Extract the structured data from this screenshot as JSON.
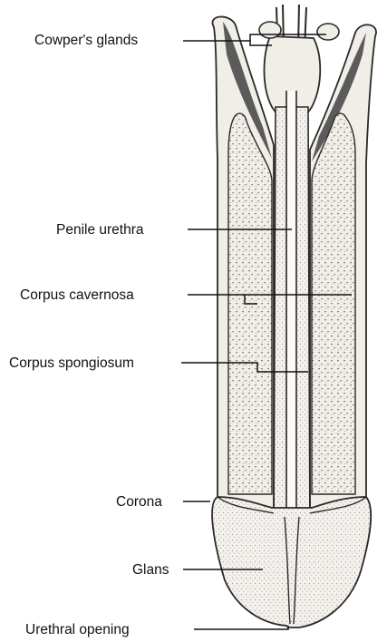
{
  "labels": {
    "cowpers_glands": "Cowper's glands",
    "penile_urethra": "Penile urethra",
    "corpus_cavernosa": "Corpus cavernosa",
    "corpus_spongiosum": "Corpus spongiosum",
    "corona": "Corona",
    "glans": "Glans",
    "urethral_opening": "Urethral opening"
  },
  "colors": {
    "tissue": "#f1eee8",
    "outline": "#2a2a2a",
    "dark_tip": "#5b5b5b",
    "stipple": "#8a8a8a",
    "leader": "#111111"
  }
}
